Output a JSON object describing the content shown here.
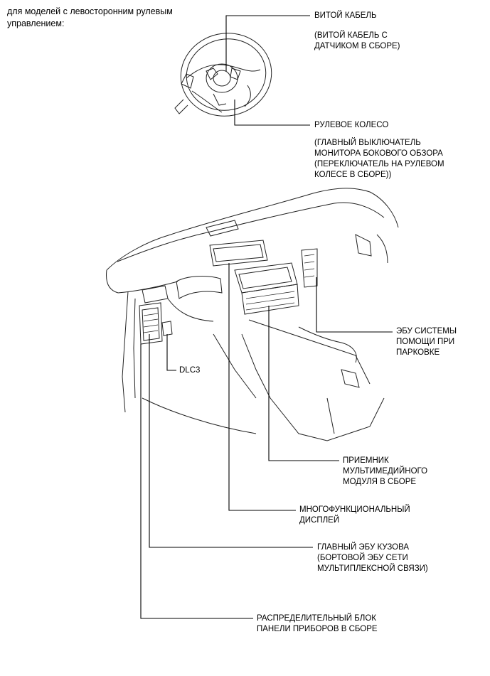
{
  "header": {
    "line1": "для моделей с левосторонним рулевым",
    "line2": "управлением:"
  },
  "labels": {
    "spiral_cable": {
      "title": "ВИТОЙ КАБЕЛЬ",
      "note1": "(ВИТОЙ КАБЕЛЬ С",
      "note2": "ДАТЧИКОМ В СБОРЕ)"
    },
    "steering_wheel": {
      "title": "РУЛЕВОЕ КОЛЕСО",
      "note1": "(ГЛАВНЫЙ ВЫКЛЮЧАТЕЛЬ",
      "note2": "МОНИТОРА БОКОВОГО ОБЗОРА",
      "note3": "(ПЕРЕКЛЮЧАТЕЛЬ НА РУЛЕВОМ",
      "note4": "КОЛЕСЕ В СБОРЕ))"
    },
    "parking_ecu": {
      "line1": "ЭБУ СИСТЕМЫ",
      "line2": "ПОМОЩИ ПРИ",
      "line3": "ПАРКОВКЕ"
    },
    "dlc3": {
      "title": "DLC3"
    },
    "multimedia_receiver": {
      "line1": "ПРИЕМНИК",
      "line2": "МУЛЬТИМЕДИЙНОГО",
      "line3": "МОДУЛЯ В СБОРЕ"
    },
    "multi_display": {
      "line1": "МНОГОФУНКЦИОНАЛЬНЫЙ",
      "line2": "ДИСПЛЕЙ"
    },
    "body_ecu": {
      "line1": "ГЛАВНЫЙ ЭБУ КУЗОВА",
      "line2": "(БОРТОВОЙ ЭБУ СЕТИ",
      "line3": "МУЛЬТИПЛЕКСНОЙ СВЯЗИ)"
    },
    "junction_block": {
      "line1": "РАСПРЕДЕЛИТЕЛЬНЫЙ БЛОК",
      "line2": "ПАНЕЛИ ПРИБОРОВ В СБОРЕ"
    }
  },
  "colors": {
    "line": "#000000",
    "background": "#ffffff"
  }
}
